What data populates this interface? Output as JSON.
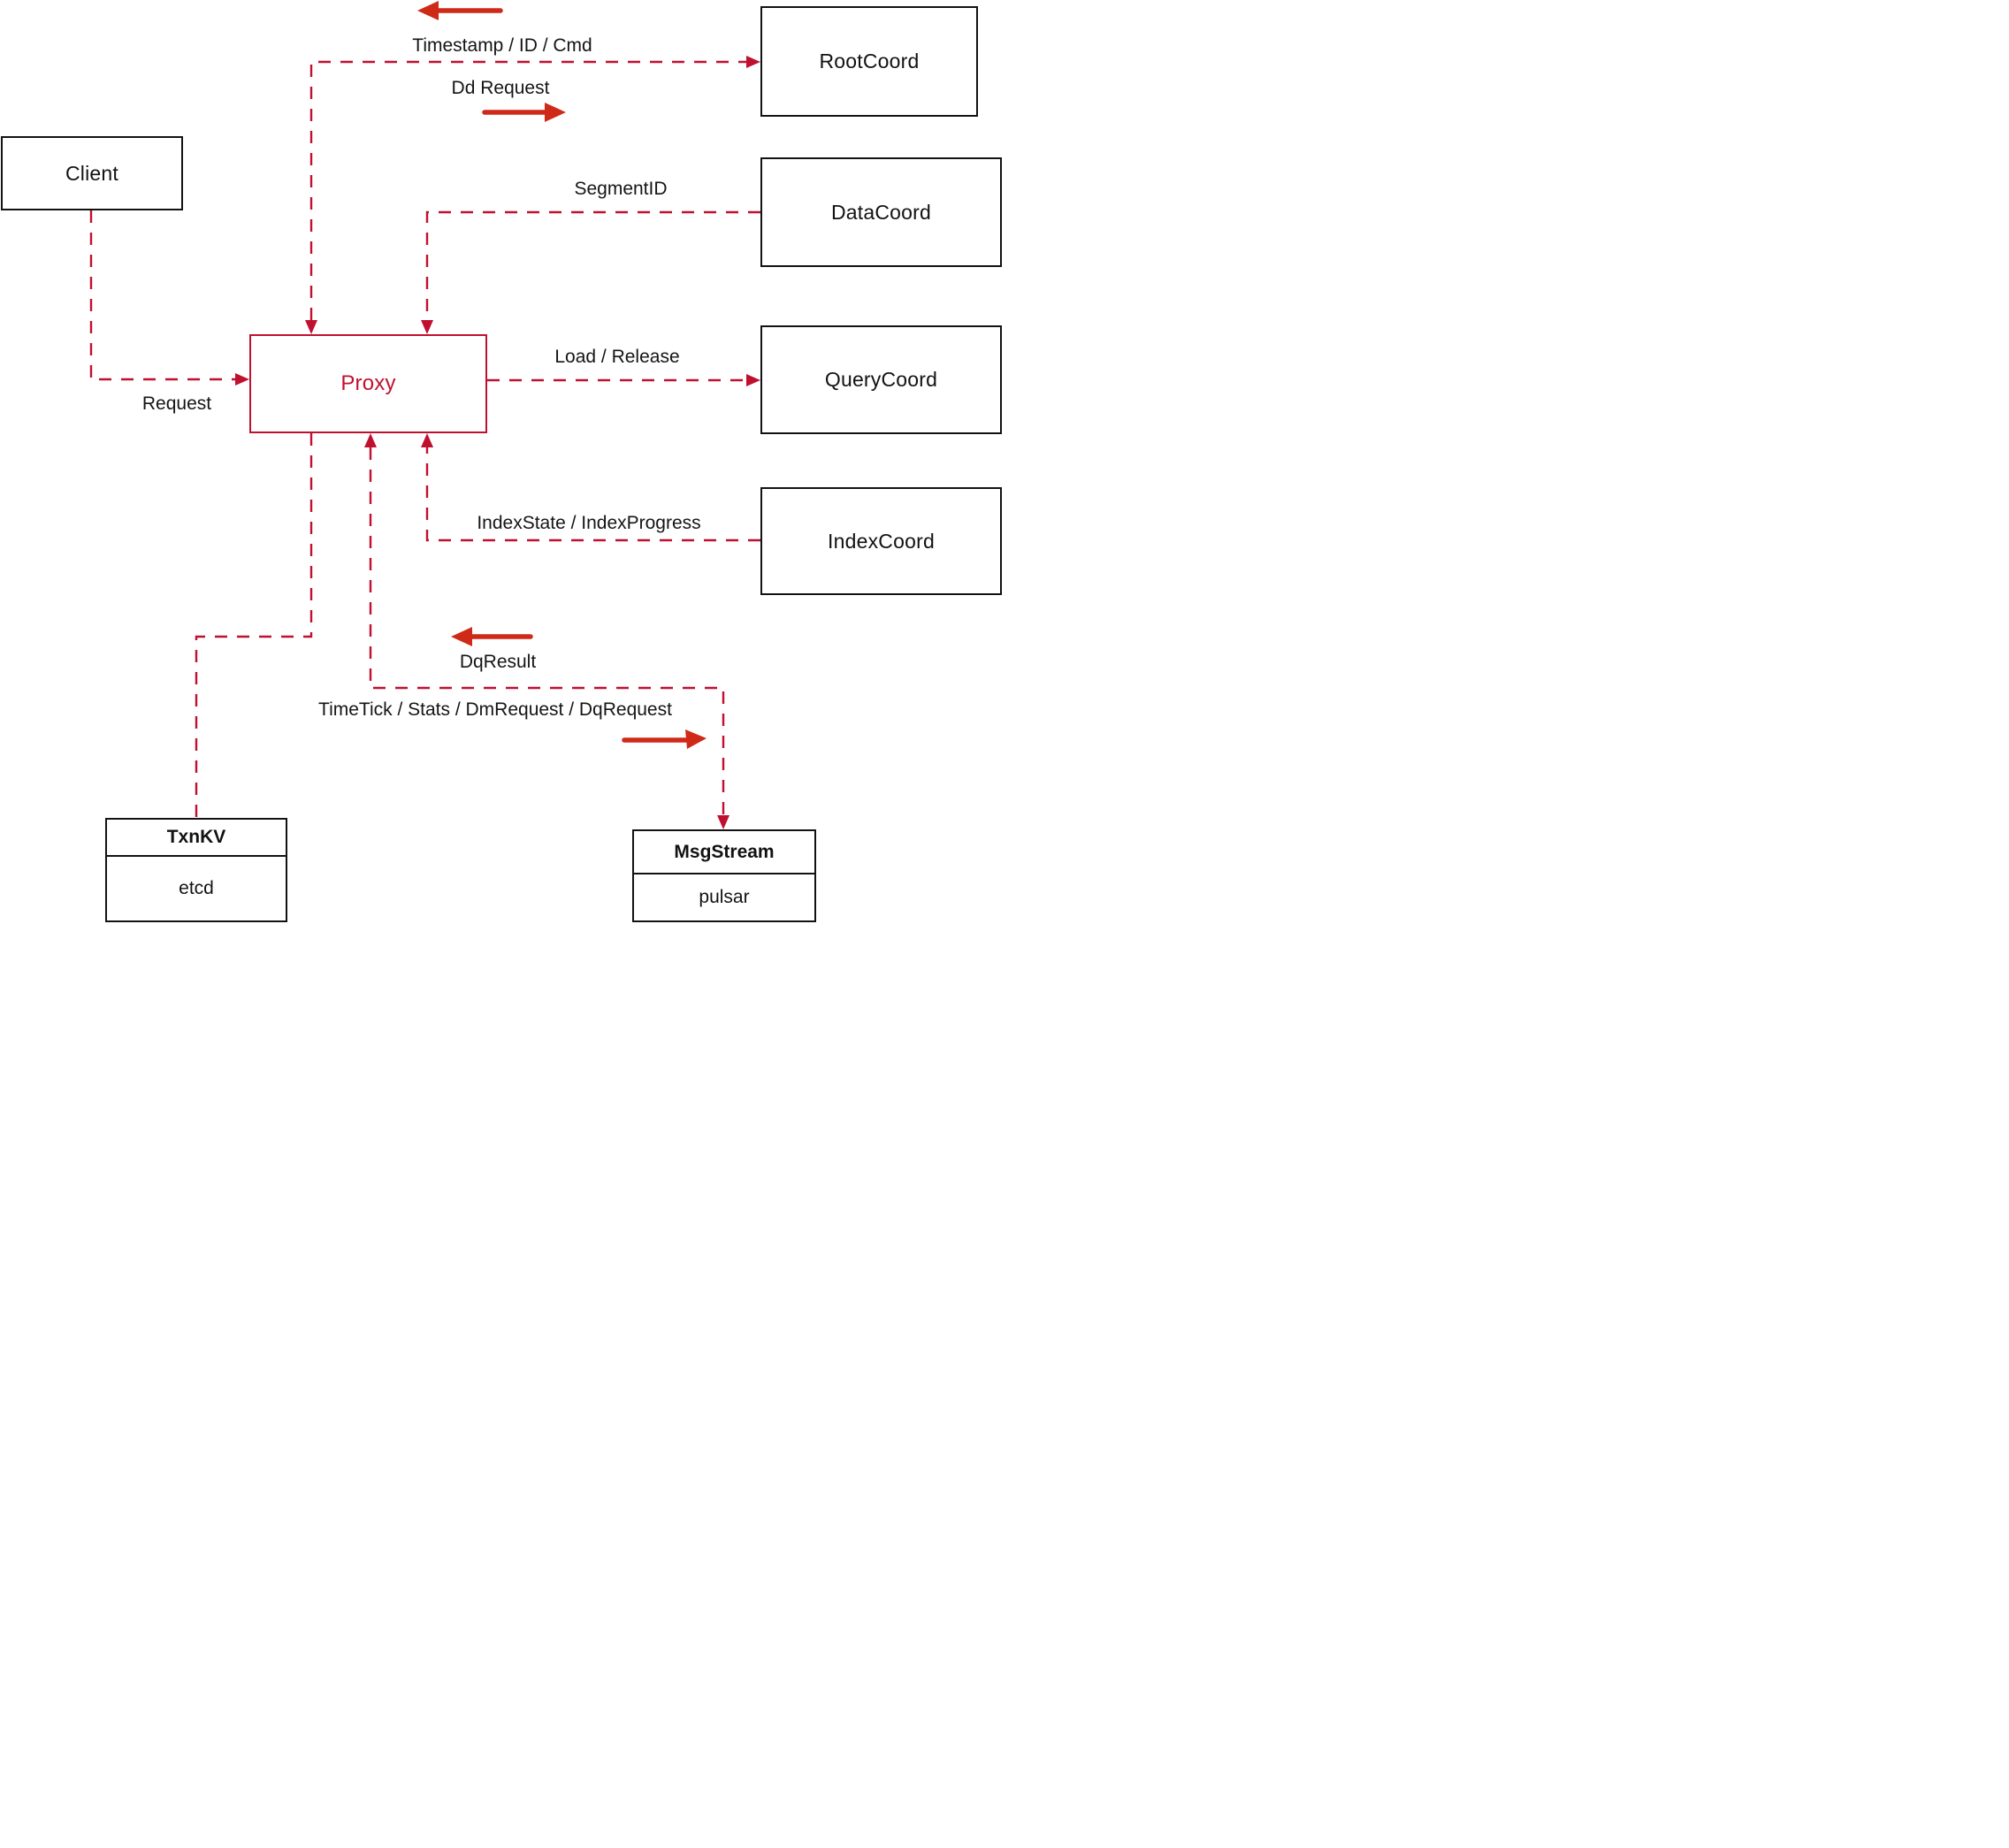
{
  "colors": {
    "crimson": "#c01030",
    "arrow-red": "#cf2a18",
    "ink": "#121212",
    "paper": "#ffffff"
  },
  "nodes": {
    "client": {
      "label": "Client"
    },
    "proxy": {
      "label": "Proxy"
    },
    "rootcoord": {
      "label": "RootCoord"
    },
    "datacoord": {
      "label": "DataCoord"
    },
    "querycoord": {
      "label": "QueryCoord"
    },
    "indexcoord": {
      "label": "IndexCoord"
    },
    "txnkv": {
      "title": "TxnKV",
      "subtitle": "etcd"
    },
    "msgstream": {
      "title": "MsgStream",
      "subtitle": "pulsar"
    }
  },
  "edges": {
    "request": {
      "label": "Request"
    },
    "rootcoord": {
      "label_return": "Timestamp / ID / Cmd",
      "label_send": "Dd Request"
    },
    "segment": {
      "label": "SegmentID"
    },
    "load": {
      "label": "Load / Release"
    },
    "index": {
      "label": "IndexState / IndexProgress"
    },
    "dqresult": {
      "label": "DqResult"
    },
    "timetick": {
      "label": "TimeTick / Stats / DmRequest / DqRequest"
    }
  }
}
